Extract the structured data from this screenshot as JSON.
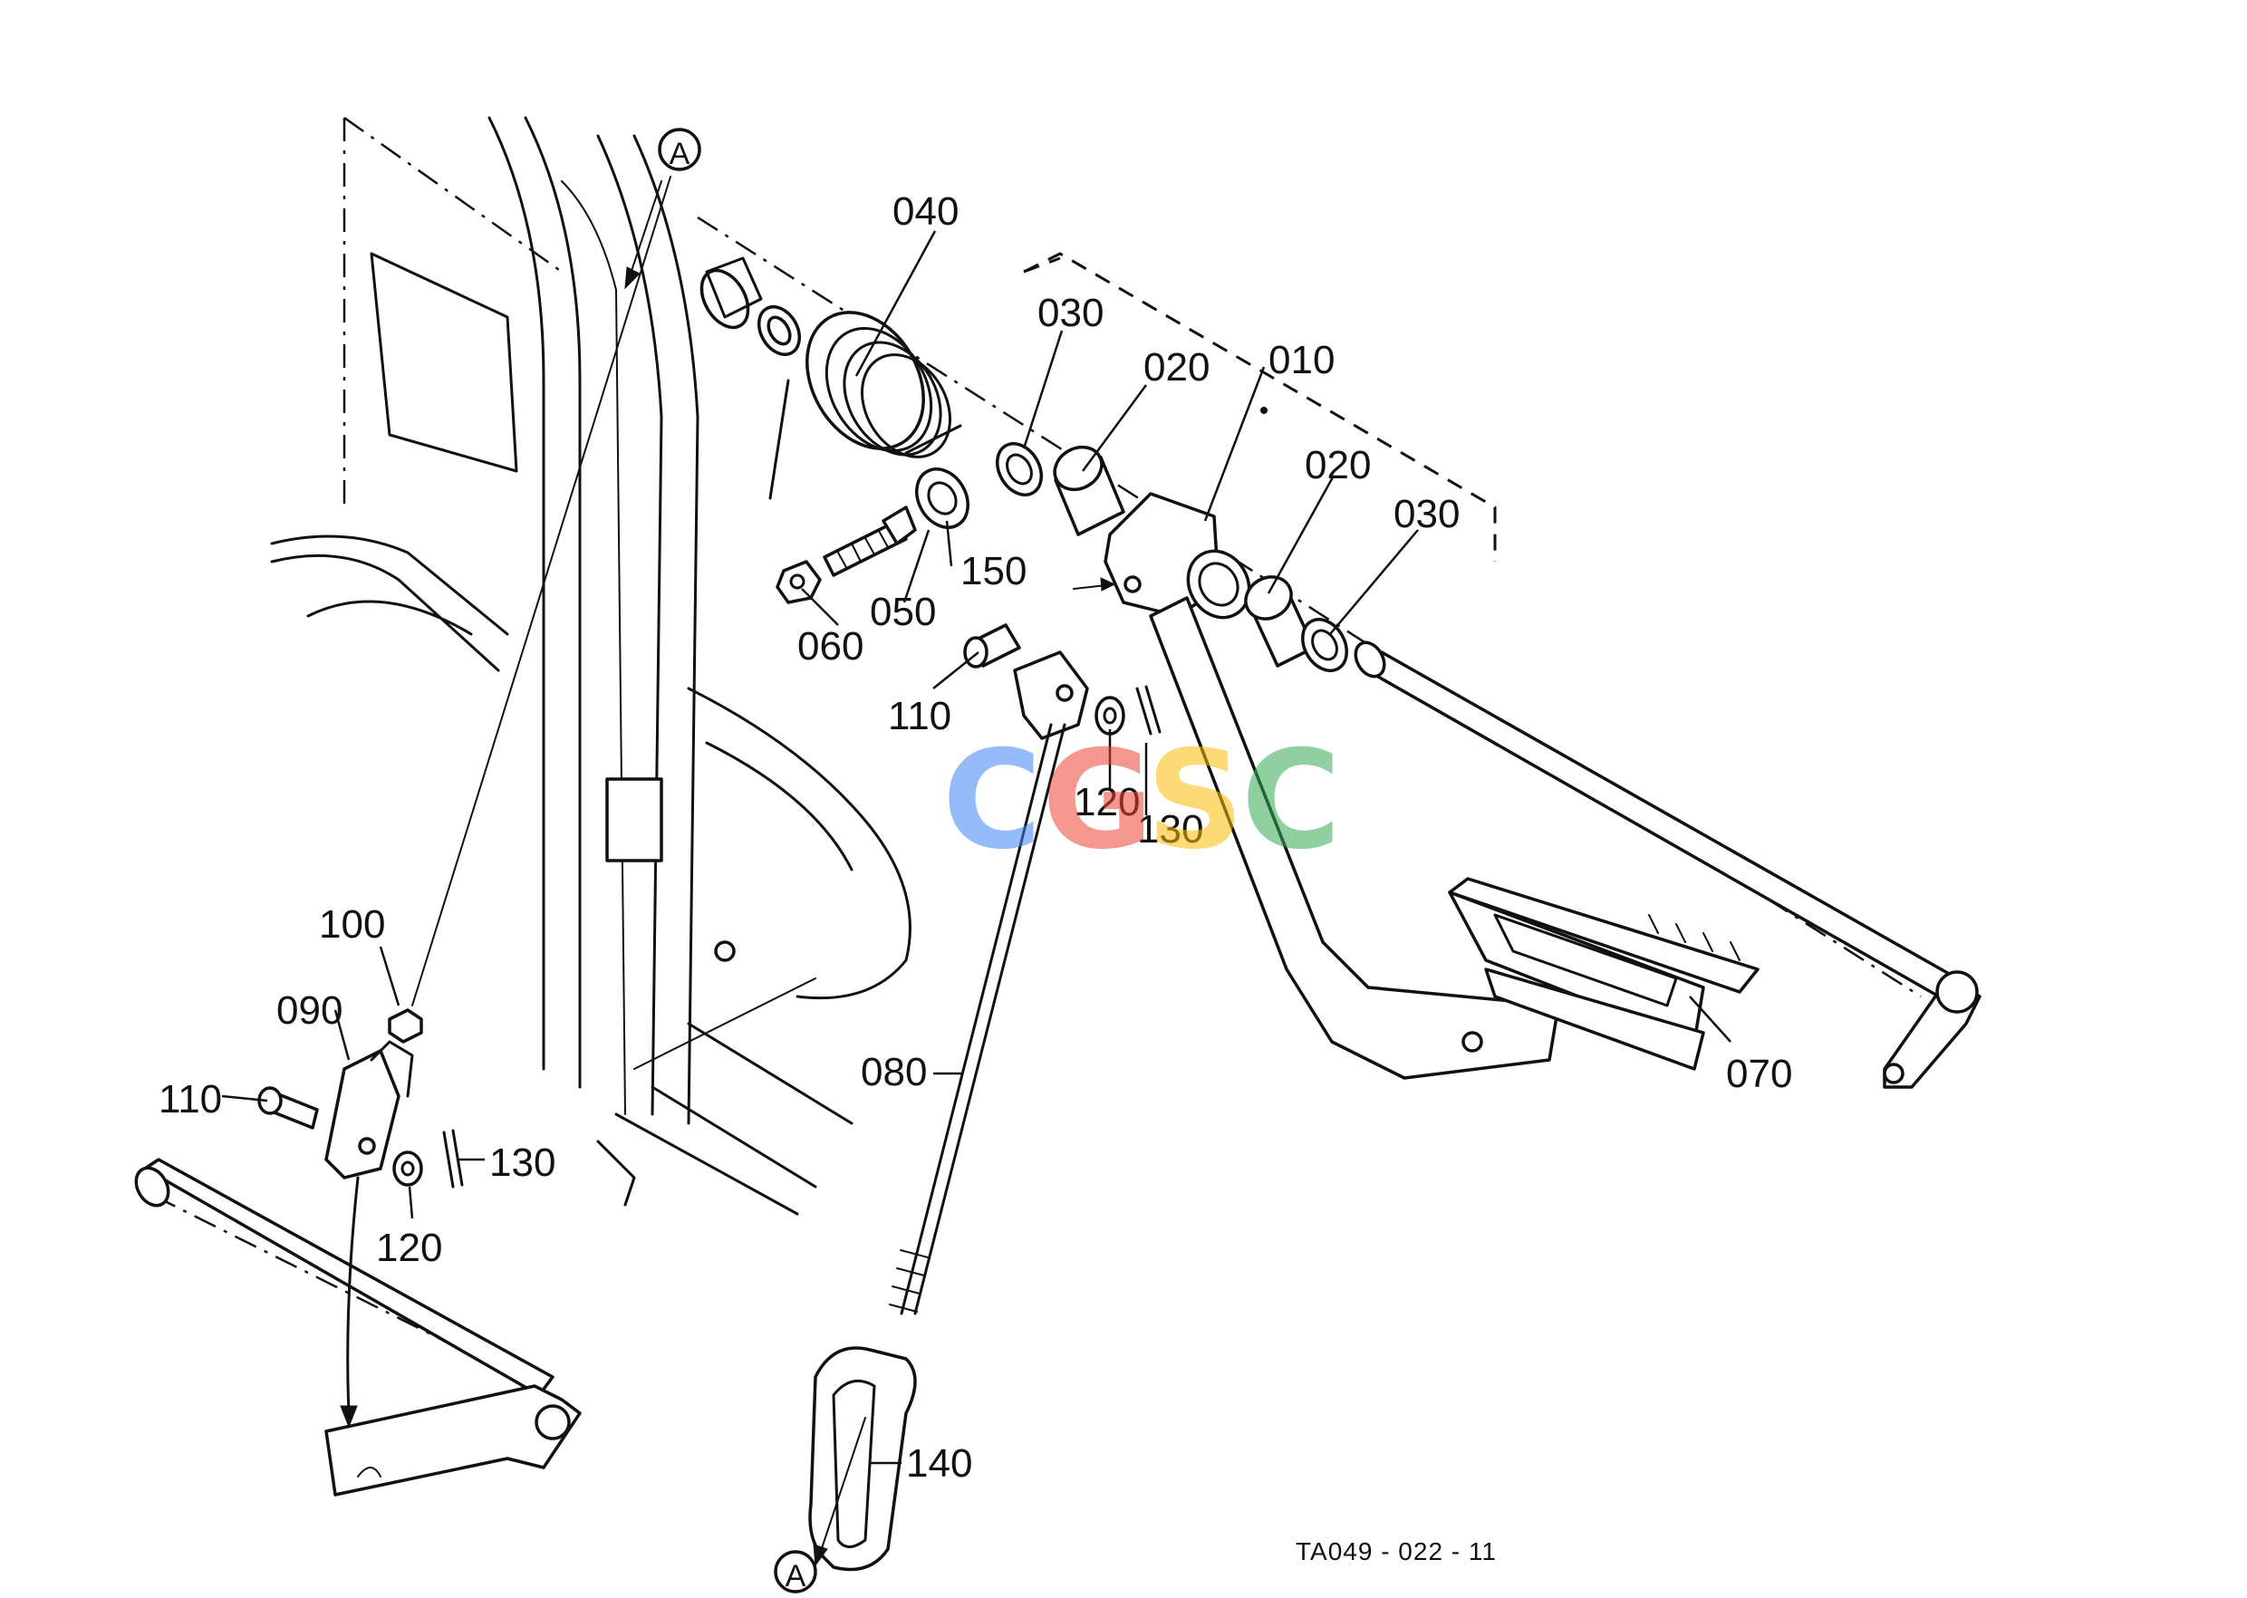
{
  "diagram": {
    "drawing_code": "TA049 - 022 - 11",
    "reference_marker": "A",
    "watermark": [
      "C",
      "G",
      "S",
      "C"
    ],
    "watermark_colors": [
      "#4285F4",
      "#EA4335",
      "#FBBC05",
      "#34A853"
    ],
    "callouts": [
      {
        "id": "c010",
        "text": "010"
      },
      {
        "id": "c020a",
        "text": "020"
      },
      {
        "id": "c020b",
        "text": "020"
      },
      {
        "id": "c030a",
        "text": "030"
      },
      {
        "id": "c030b",
        "text": "030"
      },
      {
        "id": "c040",
        "text": "040"
      },
      {
        "id": "c050",
        "text": "050"
      },
      {
        "id": "c060",
        "text": "060"
      },
      {
        "id": "c070",
        "text": "070"
      },
      {
        "id": "c080",
        "text": "080"
      },
      {
        "id": "c090",
        "text": "090"
      },
      {
        "id": "c100",
        "text": "100"
      },
      {
        "id": "c110a",
        "text": "110"
      },
      {
        "id": "c110b",
        "text": "110"
      },
      {
        "id": "c120a",
        "text": "120"
      },
      {
        "id": "c120b",
        "text": "120"
      },
      {
        "id": "c130a",
        "text": "130"
      },
      {
        "id": "c130b",
        "text": "130"
      },
      {
        "id": "c140",
        "text": "140"
      },
      {
        "id": "c150",
        "text": "150"
      }
    ]
  }
}
